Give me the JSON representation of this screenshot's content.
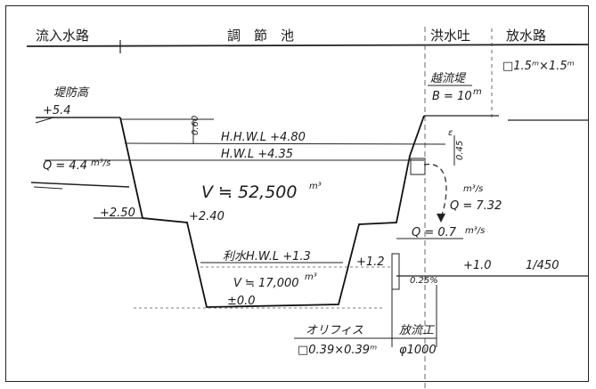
{
  "header": {
    "inflow_channel": "流入水路",
    "pond": "調　節　池",
    "spillway": "洪水吐",
    "discharge_channel": "放水路"
  },
  "spillway": {
    "weir_label": "越流堤",
    "weir_width": "B = 10",
    "weir_width_unit": "m",
    "channel_size": "□1.5ᵐ×1.5ᵐ"
  },
  "levels": {
    "embankment_label": "堤防高",
    "embankment": "+5.4",
    "hhwl": "H.H.W.L +4.80",
    "hwl": "H.W.L +4.35",
    "freeboard": "0.60",
    "left_bank": "+2.50",
    "berm": "+2.40",
    "irrigation_hwl": "利水H.W.L +1.3",
    "bottom": "±0.0",
    "orifice_crest": "+1.2",
    "downstream": "+1.0",
    "weir_depth": "0.45",
    "weir_eps": "ε"
  },
  "flows": {
    "inflow_q": "Q = 4.4",
    "inflow_unit": "m³/s",
    "spill_unit": "m³/s",
    "spill_q": "Q = 7.32",
    "orifice_q": "Q = 0.7",
    "orifice_unit": "m³/s",
    "slope_pipe": "0.25%",
    "slope_channel": "1/450"
  },
  "volumes": {
    "flood_volume": "V ≒ 52,500",
    "flood_unit": "m³",
    "irrigation_volume": "V ≒ 17,000",
    "irrigation_unit": "m³"
  },
  "structures": {
    "orifice_label": "オリフィス",
    "orifice_size": "□0.39×0.39ᵐ",
    "outlet_label": "放流工",
    "outlet_size": "φ1000"
  }
}
